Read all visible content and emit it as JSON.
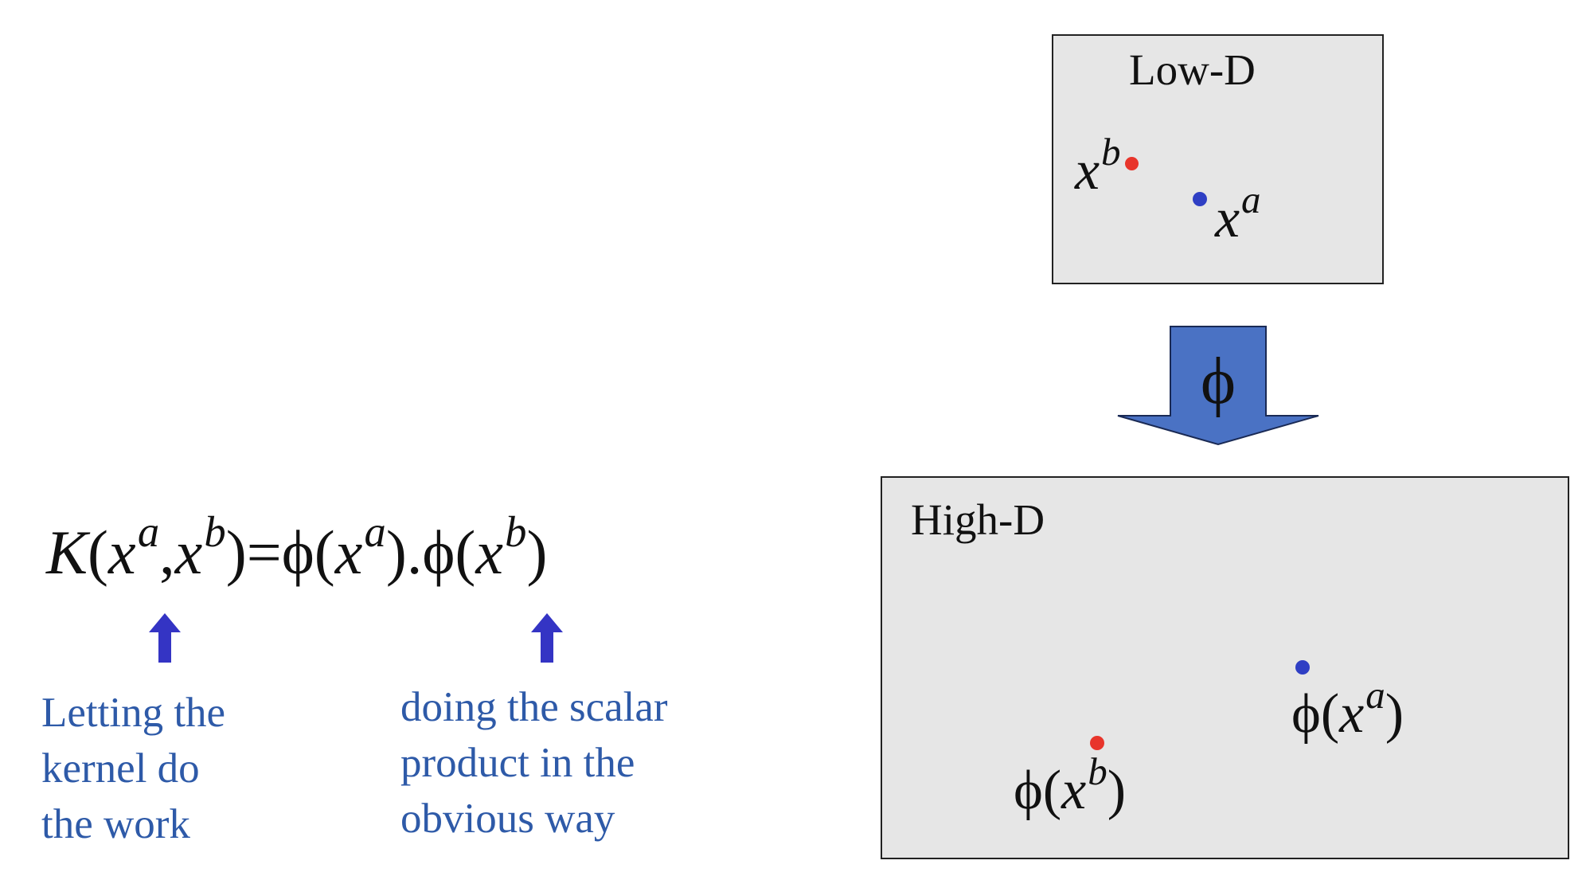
{
  "low_d": {
    "title": "Low-D",
    "point_b": {
      "var": "x",
      "sup": "b",
      "color": "#e8352b"
    },
    "point_a": {
      "var": "x",
      "sup": "a",
      "color": "#2f3fc4"
    }
  },
  "mapping": {
    "label": "ϕ",
    "arrow_color": "#4a72c4"
  },
  "high_d": {
    "title": "High-D",
    "point_a": {
      "func": "ϕ",
      "var": "x",
      "sup": "a",
      "color": "#2f3fc4"
    },
    "point_b": {
      "func": "ϕ",
      "var": "x",
      "sup": "b",
      "color": "#e8352b"
    }
  },
  "equation": {
    "kernel": "K",
    "var": "x",
    "sup_a": "a",
    "sup_b": "b",
    "equals": "=",
    "phi": "ϕ",
    "comma": ",",
    "open": "(",
    "close": ")",
    "dot": "."
  },
  "annotations": {
    "arrow_color": "#3434c4",
    "left": [
      "Letting the",
      "kernel do",
      "the work"
    ],
    "right": [
      "doing the scalar",
      "product in the",
      "obvious way"
    ],
    "text_color": "#2e5aa8"
  }
}
